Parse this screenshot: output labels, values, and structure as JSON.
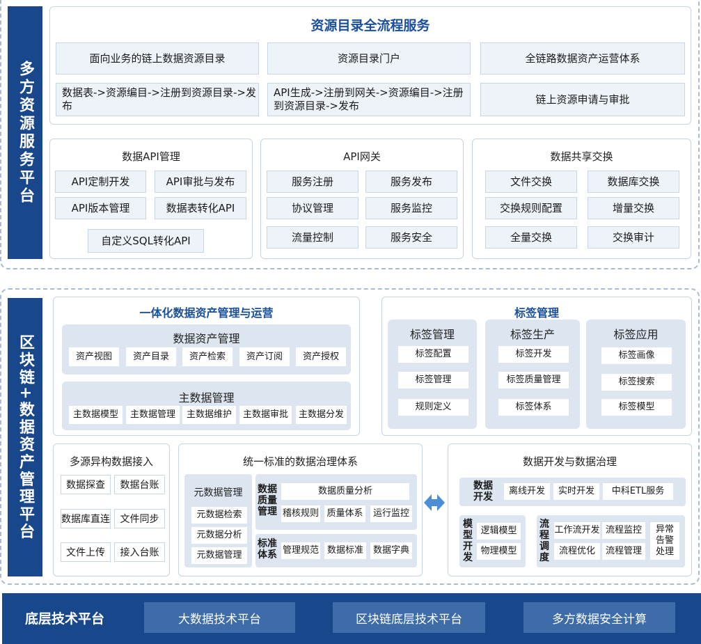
{
  "sections": {
    "top_label": "多方资源服务平台",
    "mid_label": "区块链+数据资产管理平台"
  },
  "catalog": {
    "title": "资源目录全流程服务",
    "items": [
      "面向业务的链上数据资源目录",
      "资源目录门户",
      "全链路数据资产运营体系",
      "数据表->资源编目->注册到资源目录->发布",
      "API生成->注册到网关->资源编目->注册到资源目录->发布",
      "链上资源申请与审批"
    ]
  },
  "api_mgmt": {
    "title": "数据API管理",
    "items": [
      "API定制开发",
      "API审批与发布",
      "API版本管理",
      "数据表转化API",
      "自定义SQL转化API"
    ]
  },
  "api_gateway": {
    "title": "API网关",
    "items": [
      "服务注册",
      "服务发布",
      "协议管理",
      "服务监控",
      "流量控制",
      "服务安全"
    ]
  },
  "data_share": {
    "title": "数据共享交换",
    "items": [
      "文件交换",
      "数据库交换",
      "交换规则配置",
      "增量交换",
      "全量交换",
      "交换审计"
    ]
  },
  "asset": {
    "title": "一体化数据资产管理与运营",
    "group1_title": "数据资产管理",
    "group1_items": [
      "资产视图",
      "资产目录",
      "资产检索",
      "资产订阅",
      "资产授权"
    ],
    "group2_title": "主数据管理",
    "group2_items": [
      "主数据模型",
      "主数据管理",
      "主数据维护",
      "主数据审批",
      "主数据分发"
    ]
  },
  "tags": {
    "title": "标签管理",
    "col1_title": "标签管理",
    "col1_items": [
      "标签配置",
      "标签管理",
      "规则定义"
    ],
    "col2_title": "标签生产",
    "col2_items": [
      "标签开发",
      "标签质量管理",
      "标签体系"
    ],
    "col3_title": "标签应用",
    "col3_items": [
      "标签画像",
      "标签搜索",
      "标签模型"
    ]
  },
  "ingest": {
    "title": "多源异构数据接入",
    "items": [
      "数据探查",
      "数据台账",
      "数据库直连",
      "文件同步",
      "文件上传",
      "接入台账"
    ]
  },
  "governance": {
    "title": "统一标准的数据治理体系",
    "meta_title": "元数据管理",
    "meta_items": [
      "元数据检索",
      "元数据分析",
      "元数据管理"
    ],
    "quality_label": "数据质量管理",
    "quality_title": "数据质量分析",
    "quality_items": [
      "稽核规则",
      "质量体系",
      "运行监控"
    ],
    "std_label": "标准体系",
    "std_items": [
      "管理规范",
      "数据标准",
      "数据字典"
    ]
  },
  "devgov": {
    "title": "数据开发与数据治理",
    "dev_label": "数据开发",
    "dev_items": [
      "离线开发",
      "实时开发",
      "中科ETL服务"
    ],
    "model_label": "模型开发",
    "model_items": [
      "逻辑模型",
      "物理模型"
    ],
    "flow_label": "流程调度",
    "flow_items": [
      "工作流开发",
      "流程监控",
      "流程优化",
      "流程管理"
    ],
    "alert": "异常告警处理"
  },
  "bottom": {
    "title": "底层技术平台",
    "items": [
      "大数据技术平台",
      "区块链底层技术平台",
      "多方数据安全计算"
    ]
  },
  "colors": {
    "navy": "#19478c",
    "accent_blue": "#1a4f9c",
    "button_fill": "#eef3f9",
    "group_fill": "#dde6f0",
    "arrow": "#4a8fd6"
  },
  "icons": {
    "bidirectional_arrow": "double-arrow-icon"
  }
}
